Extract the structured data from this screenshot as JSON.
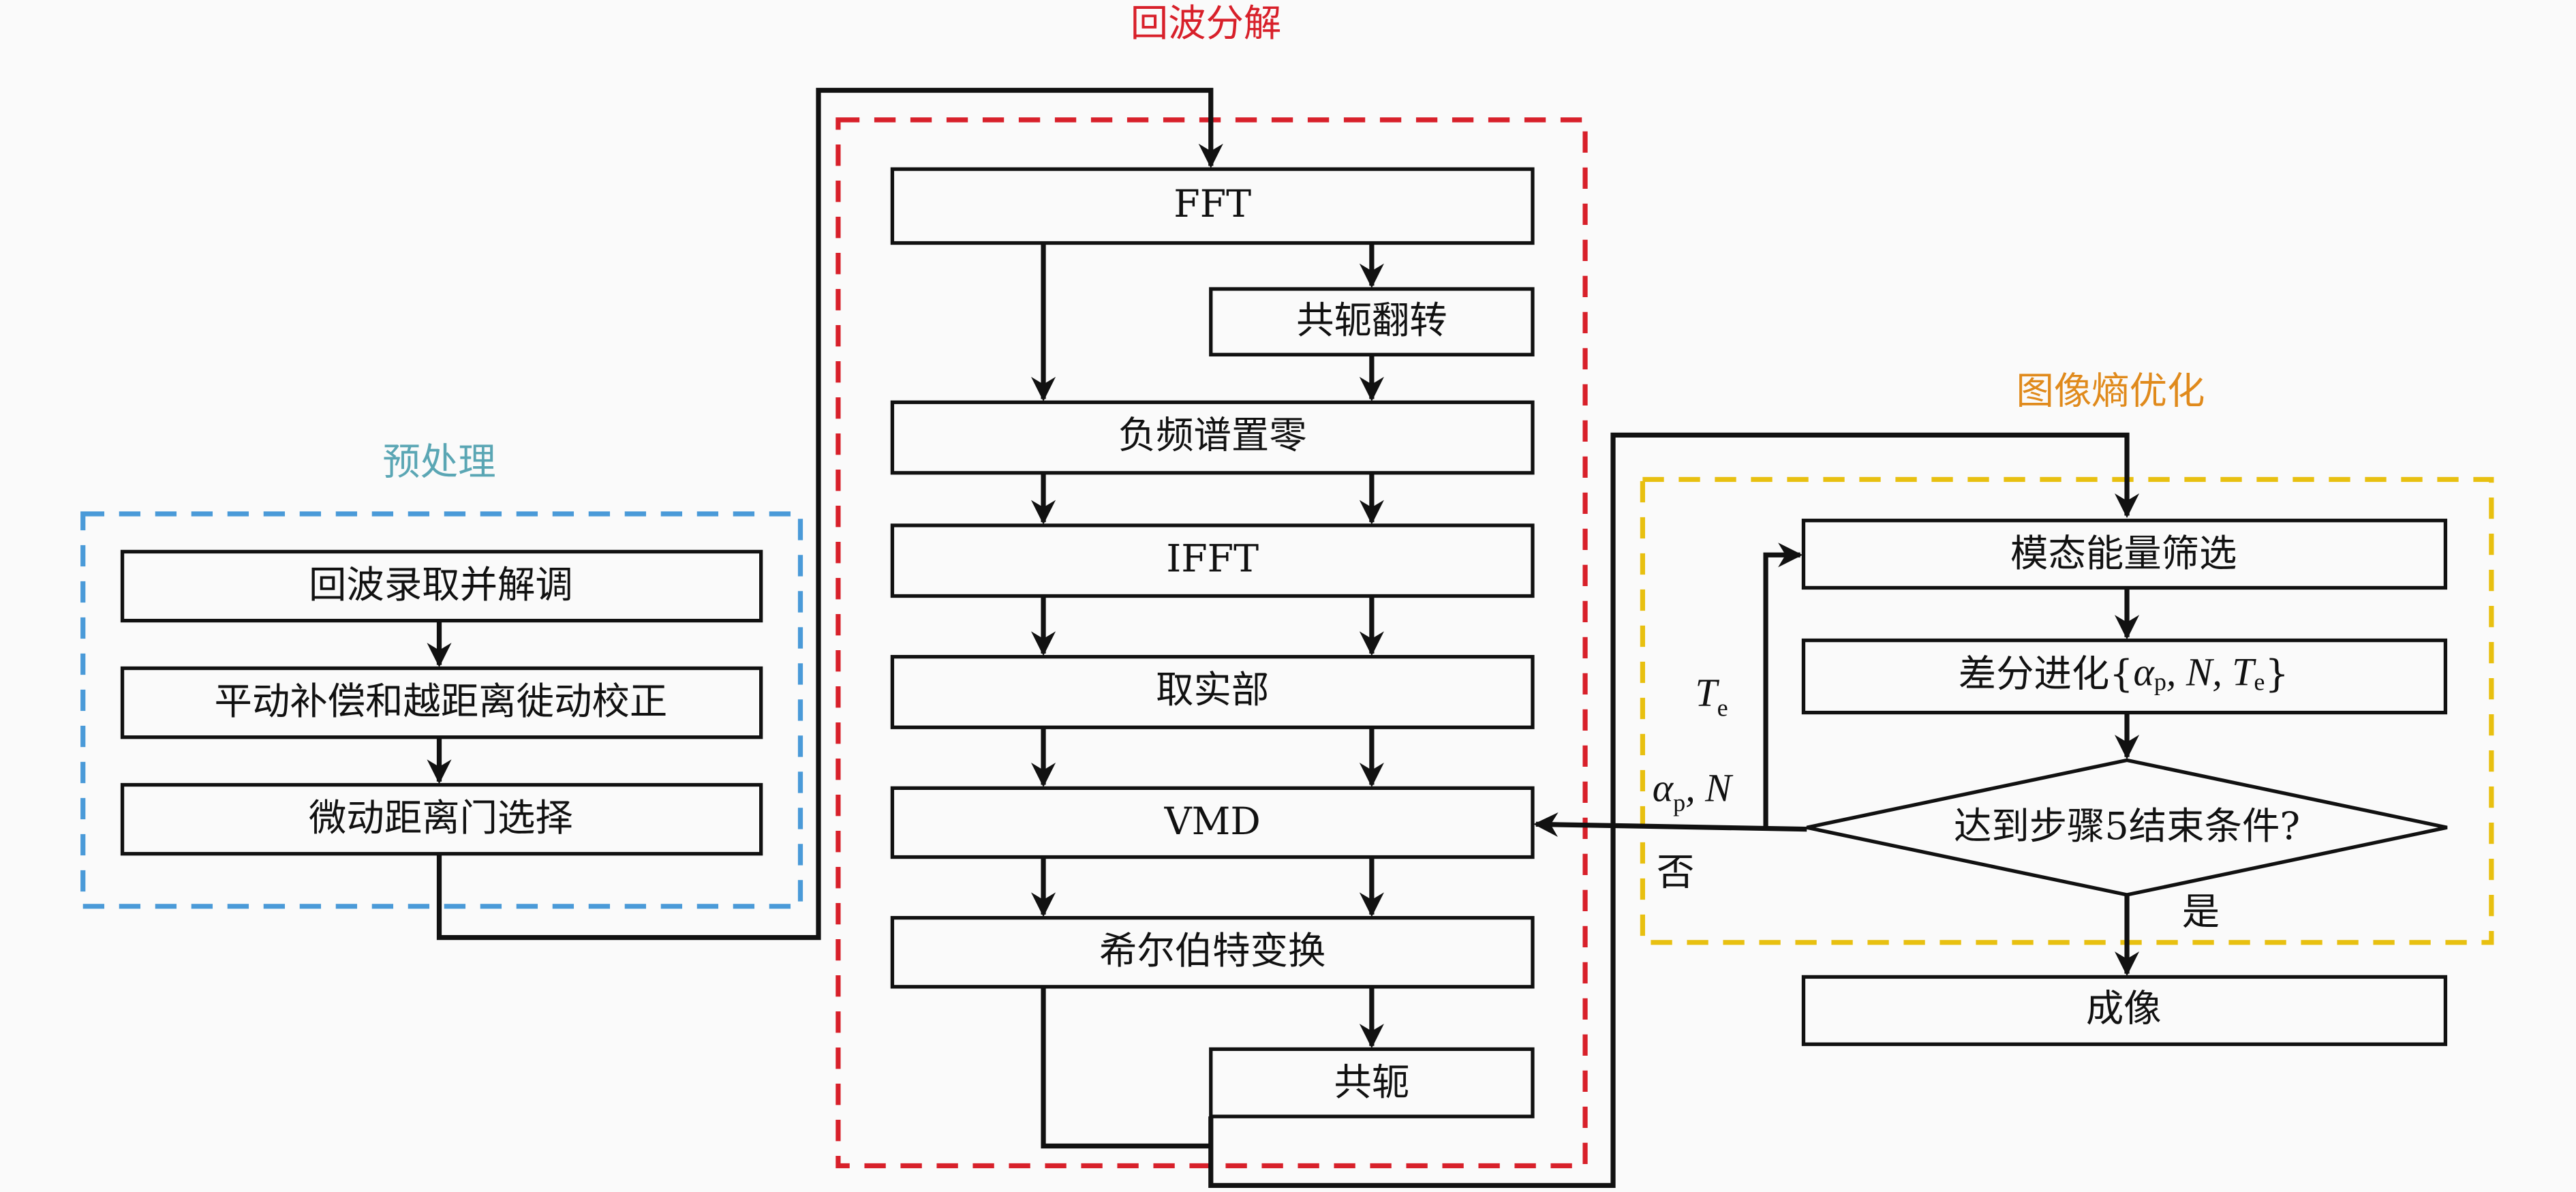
{
  "colors": {
    "decomposition": "#d8202a",
    "preprocessing": "#4a9ad8",
    "preprocessing_title": "#5aa6b4",
    "optimization": "#e8c010",
    "optimization_title": "#e08a1c",
    "lines": "#111111"
  },
  "groups": {
    "decomposition": {
      "title": "回波分解"
    },
    "preprocessing": {
      "title": "预处理"
    },
    "optimization": {
      "title": "图像熵优化"
    }
  },
  "nodes": {
    "fft": "FFT",
    "conj_flip": "共轭翻转",
    "neg_zero": "负频谱置零",
    "ifft": "IFFT",
    "real": "取实部",
    "vmd": "VMD",
    "hilbert": "希尔伯特变换",
    "conj": "共轭",
    "echo": "回波录取并解调",
    "motion_comp": "平动补偿和越距离徙动校正",
    "range_gate": "微动距离门选择",
    "mode_select": "模态能量筛选",
    "de_prefix": "差分进化{",
    "de_alpha": "α",
    "de_alpha_sub": "p",
    "de_sep1": ", N, T",
    "de_te_sub": "e",
    "de_suffix": "}",
    "decision": "达到步骤5结束条件?",
    "imaging": "成像"
  },
  "edge_labels": {
    "te_main": "T",
    "te_sub": "e",
    "ap_main": "α",
    "ap_sub": "p",
    "ap_rest": ", N",
    "no": "否",
    "yes": "是"
  }
}
